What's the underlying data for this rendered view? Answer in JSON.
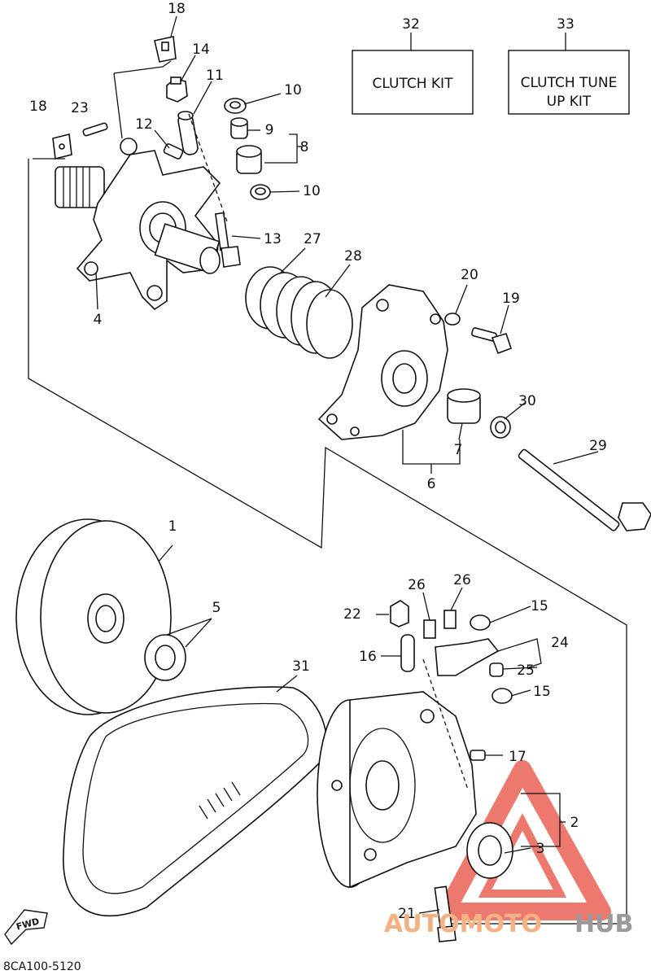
{
  "diagram": {
    "kits": [
      {
        "number": "32",
        "label": "CLUTCH KIT"
      },
      {
        "number": "33",
        "label_line1": "CLUTCH TUNE",
        "label_line2": "UP KIT"
      }
    ],
    "callouts": {
      "c1": "1",
      "c2": "2",
      "c3": "3",
      "c4": "4",
      "c5": "5",
      "c6": "6",
      "c7": "7",
      "c8": "8",
      "c9": "9",
      "c10a": "10",
      "c10b": "10",
      "c11": "11",
      "c12": "12",
      "c13": "13",
      "c14": "14",
      "c15a": "15",
      "c15b": "15",
      "c16": "16",
      "c17": "17",
      "c18a": "18",
      "c18b": "18",
      "c19": "19",
      "c20": "20",
      "c21": "21",
      "c22": "22",
      "c23": "23",
      "c24": "24",
      "c25": "25",
      "c26a": "26",
      "c26b": "26",
      "c27": "27",
      "c28": "28",
      "c29": "29",
      "c30": "30",
      "c31": "31"
    },
    "fwd_label": "FWD",
    "drawing_code": "8CA100-5120"
  },
  "watermark": {
    "part1": "AUTOMOTO",
    "part2": "HUB",
    "color_primary": "#e84c3d",
    "color_secondary": "#9a9a9a"
  }
}
